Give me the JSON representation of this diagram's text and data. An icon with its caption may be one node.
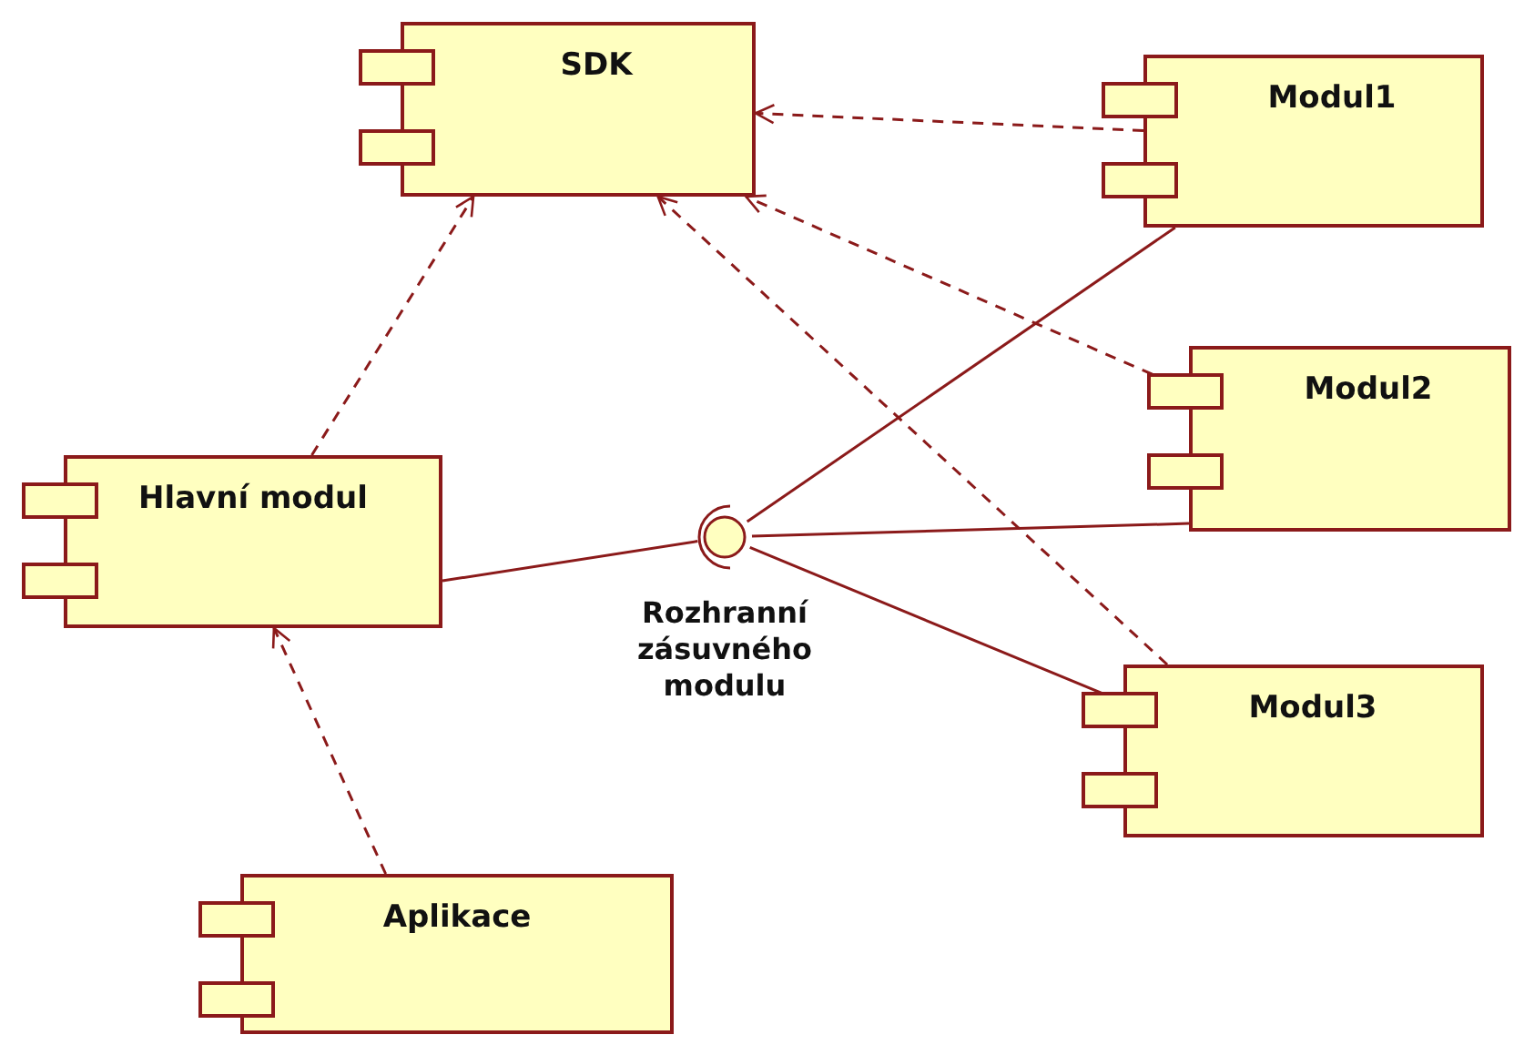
{
  "diagram": {
    "nodes": [
      {
        "text": [
          "SDK"
        ]
      },
      {
        "text": [
          "Modul1"
        ]
      },
      {
        "text": [
          "Modul2"
        ]
      },
      {
        "text": [
          "Hlavní modul"
        ]
      },
      {
        "text": [],
        "shape": "circle",
        "beside": [
          "Rozhranní zásuvného modulu"
        ]
      },
      {
        "text": [
          "Modul3"
        ]
      },
      {
        "text": [
          "Aplikace"
        ]
      }
    ],
    "edges": [
      {
        "from": 1,
        "to": 0,
        "arrow": "to",
        "style": "dashed"
      },
      {
        "from": 2,
        "to": 0,
        "arrow": "to",
        "style": "dashed"
      },
      {
        "from": 5,
        "to": 0,
        "arrow": "to",
        "style": "dashed"
      },
      {
        "from": 3,
        "to": 0,
        "arrow": "to",
        "style": "dashed"
      },
      {
        "from": 6,
        "to": 3,
        "arrow": "to",
        "style": "dashed"
      },
      {
        "from": 3,
        "to": 4,
        "arrow": "none"
      },
      {
        "from": 1,
        "to": 4,
        "arrow": "none"
      },
      {
        "from": 2,
        "to": 4,
        "arrow": "none"
      },
      {
        "from": 5,
        "to": 4,
        "arrow": "none"
      }
    ]
  }
}
